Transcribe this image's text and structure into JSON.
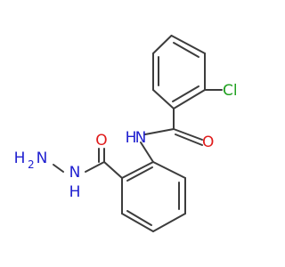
{
  "molecule": {
    "atoms": {
      "chlorine": "Cl",
      "oxygen_amide": "O",
      "nitrogen_amide": "N",
      "hydrogen_amide": "H",
      "oxygen_hydrazide": "O",
      "hydrazide_nh2_h": "H",
      "hydrazide_nh2_n": "N",
      "hydrazide_nh2_sub": "2",
      "hydrazide_nh_n": "N",
      "hydrazide_nh_h": "H"
    },
    "colors": {
      "bond": "#3c3c3c",
      "chlorine": "#1fa01f",
      "oxygen": "#e01b1b",
      "nitrogen": "#2020d0"
    }
  }
}
